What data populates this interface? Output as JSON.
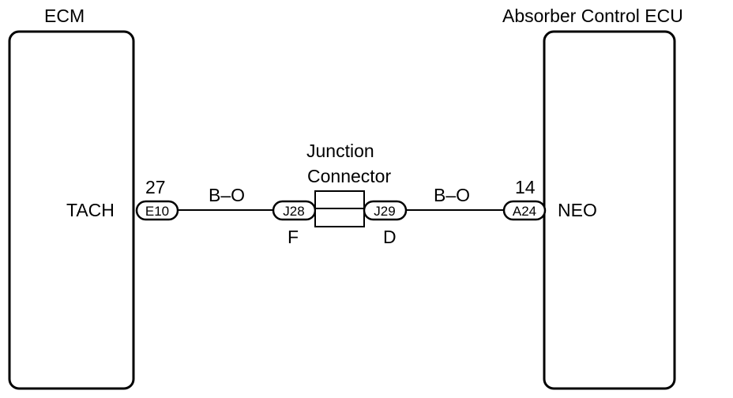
{
  "ecm": {
    "title": "ECM",
    "terminal_name": "TACH",
    "pin": "27",
    "connector": "E10"
  },
  "absorber_ecu": {
    "title": "Absorber Control ECU",
    "terminal_name": "NEO",
    "pin": "14",
    "connector": "A24"
  },
  "junction": {
    "label_line1": "Junction",
    "label_line2": "Connector",
    "left_connector": "J28",
    "left_code": "F",
    "right_connector": "J29",
    "right_code": "D"
  },
  "wires": {
    "left_color": "B–O",
    "right_color": "B–O"
  },
  "colors": {
    "line": "#000000",
    "background": "#ffffff"
  }
}
